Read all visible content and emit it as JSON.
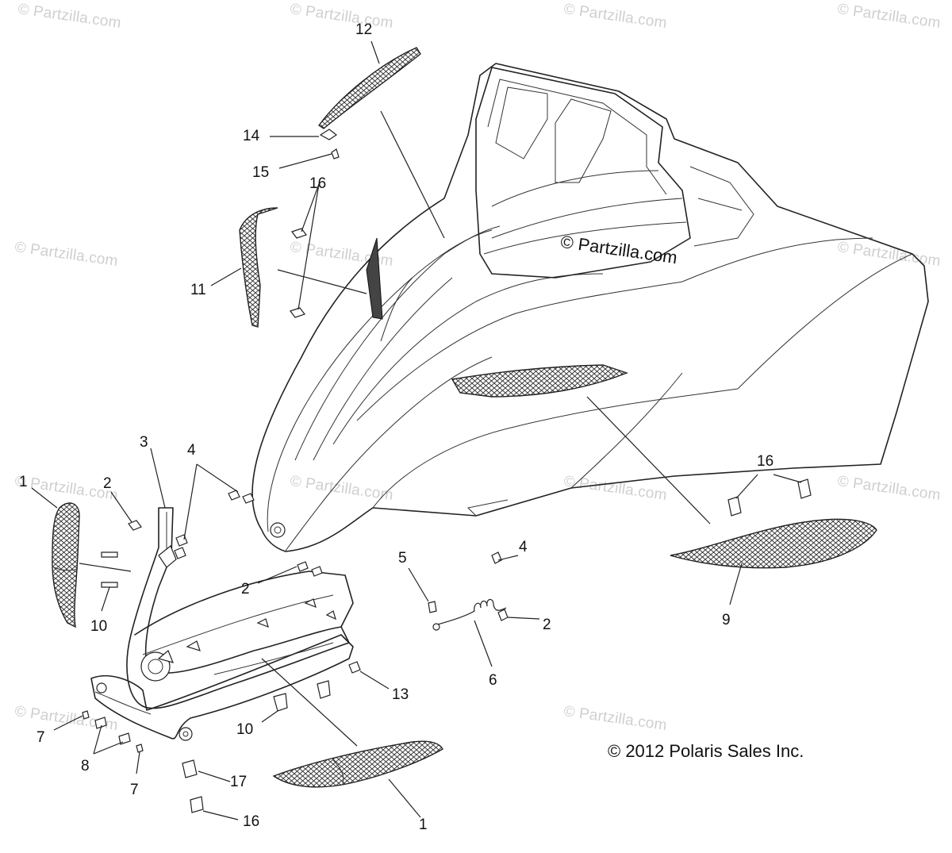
{
  "watermarks": [
    {
      "text": "© Partzilla.com"
    },
    {
      "text": "© Partzilla.com"
    },
    {
      "text": "© Partzilla.com"
    },
    {
      "text": "© Partzilla.com"
    },
    {
      "text": "© Partzilla.com"
    },
    {
      "text": "© Partzilla.com"
    },
    {
      "text": "© Partzilla.com"
    },
    {
      "text": "© Partzilla.com"
    },
    {
      "text": "© Partzilla.com"
    },
    {
      "text": "© Partzilla.com"
    },
    {
      "text": "© Partzilla.com"
    },
    {
      "text": "© Partzilla.com"
    },
    {
      "text": "© Partzilla.com"
    }
  ],
  "center_watermark": "© Partzilla.com",
  "copyright": "© 2012 Polaris Sales Inc.",
  "callouts": [
    {
      "id": "12",
      "label": "12"
    },
    {
      "id": "14",
      "label": "14"
    },
    {
      "id": "15",
      "label": "15"
    },
    {
      "id": "16a",
      "label": "16"
    },
    {
      "id": "11",
      "label": "11"
    },
    {
      "id": "3",
      "label": "3"
    },
    {
      "id": "4a",
      "label": "4"
    },
    {
      "id": "1a",
      "label": "1"
    },
    {
      "id": "2a",
      "label": "2"
    },
    {
      "id": "2b",
      "label": "2"
    },
    {
      "id": "10a",
      "label": "10"
    },
    {
      "id": "5",
      "label": "5"
    },
    {
      "id": "4b",
      "label": "4"
    },
    {
      "id": "2c",
      "label": "2"
    },
    {
      "id": "6",
      "label": "6"
    },
    {
      "id": "16b",
      "label": "16"
    },
    {
      "id": "9",
      "label": "9"
    },
    {
      "id": "13",
      "label": "13"
    },
    {
      "id": "7a",
      "label": "7"
    },
    {
      "id": "8",
      "label": "8"
    },
    {
      "id": "7b",
      "label": "7"
    },
    {
      "id": "10b",
      "label": "10"
    },
    {
      "id": "17",
      "label": "17"
    },
    {
      "id": "16c",
      "label": "16"
    },
    {
      "id": "1b",
      "label": "1"
    }
  ]
}
